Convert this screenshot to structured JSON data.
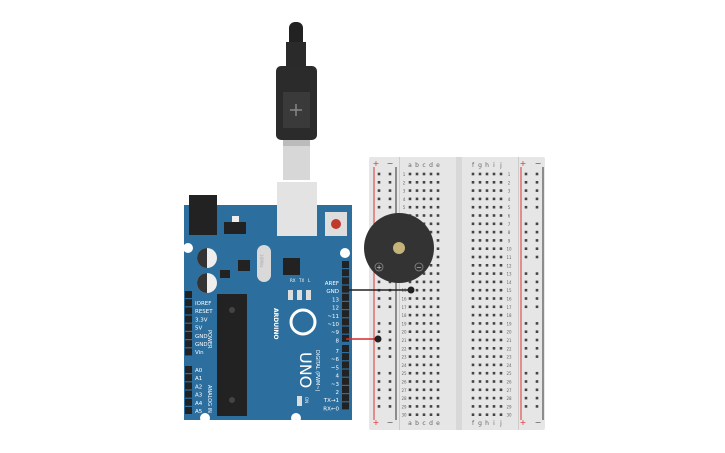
{
  "colors": {
    "board": "#2c6e9e",
    "breadboard": "#e6e6e6",
    "wire_gnd": "#222222",
    "wire_signal": "#d42a2a",
    "buzzer": "#333333",
    "reset": "#c0392b"
  },
  "arduino": {
    "brand": "ARDUINO",
    "model": "UNO",
    "crystal": "16MHz",
    "power_header_label": "POWER",
    "analog_header_label": "ANALOG IN",
    "digital_header_label": "DIGITAL (PWM~)",
    "power_pins": [
      "IOREF",
      "RESET",
      "3.3V",
      "5V",
      "GND",
      "GND",
      "Vin"
    ],
    "analog_pins": [
      "A0",
      "A1",
      "A2",
      "A3",
      "A4",
      "A5"
    ],
    "digital_top": [
      "AREF",
      "GND",
      "13",
      "12",
      "~11",
      "~10",
      "~9",
      "8"
    ],
    "digital_bottom": [
      "7",
      "~6",
      "~5",
      "4",
      "~3",
      "2",
      "TX→1",
      "RX←0"
    ],
    "leds": [
      "RX",
      "TX",
      "L"
    ],
    "on_label": "ON"
  },
  "breadboard": {
    "cols_left": [
      "a",
      "b",
      "c",
      "d",
      "e"
    ],
    "cols_right": [
      "f",
      "g",
      "h",
      "i",
      "j"
    ],
    "rows": 30,
    "plus": "+",
    "minus": "−"
  },
  "buzzer": {
    "plus": "+",
    "minus": "−"
  }
}
